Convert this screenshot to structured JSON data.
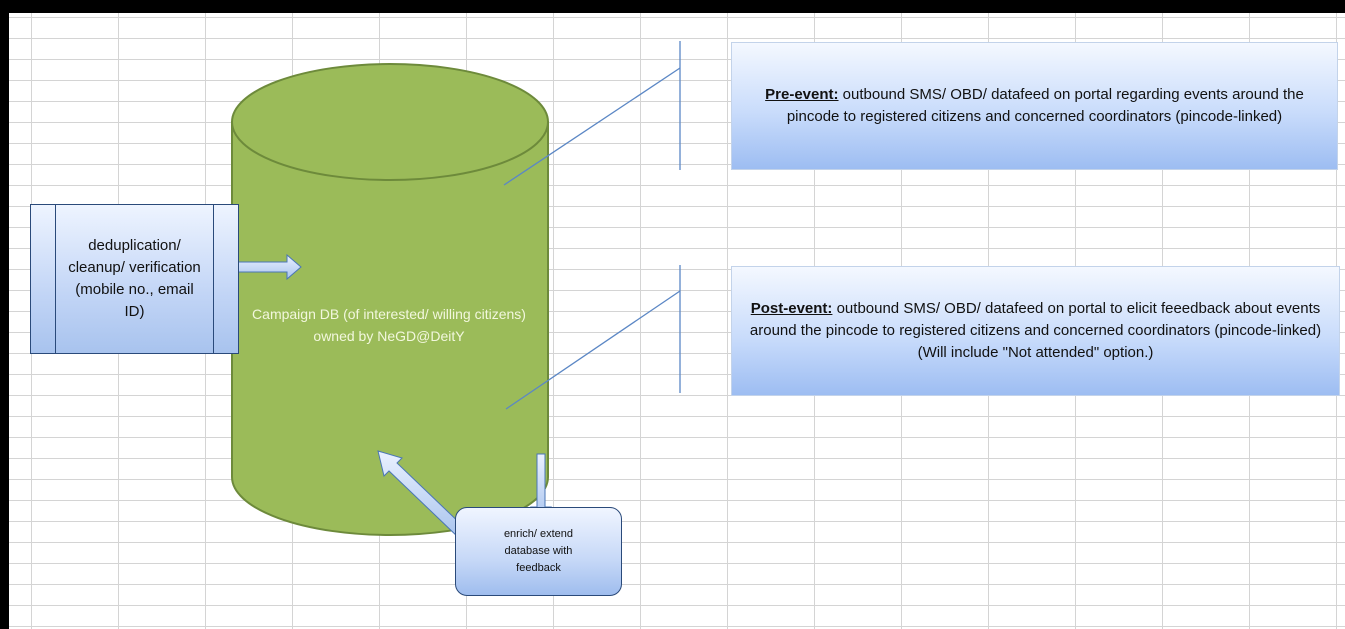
{
  "database": {
    "label": "Campaign DB (of interested/ willing citizens) owned by NeGD@DeitY",
    "fill": "#9bbb59",
    "stroke": "#6d8a3b"
  },
  "pre_event": {
    "heading": "Pre-event:",
    "text": " outbound SMS/ OBD/ datafeed on portal  regarding events around the pincode to registered citizens and concerned coordinators (pincode-linked)"
  },
  "post_event": {
    "heading": "Post-event:",
    "text": " outbound SMS/ OBD/ datafeed on portal  to elicit feeedback about events around the pincode to registered citizens and concerned coordinators (pincode-linked)",
    "note": "(Will include \"Not attended\" option.)"
  },
  "dedup_box": {
    "text": "deduplication/ cleanup/ verification (mobile no., email ID)"
  },
  "enrich_box": {
    "text": "enrich/ extend database with feedback"
  },
  "colors": {
    "frame": "#000000",
    "grid": "#d4d4d4",
    "connector": "#5b87c5",
    "callout_border": "#c3d3ea"
  }
}
